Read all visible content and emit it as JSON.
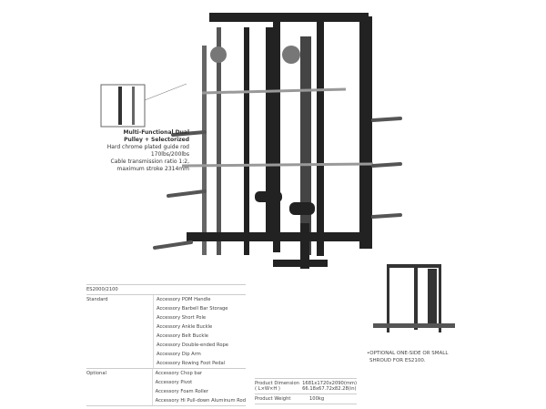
{
  "callout": {
    "title_line1": "Multi-Functional Dual",
    "title_line2": "Pulley + Selectorized",
    "lines": [
      "Hard chrome plated guide rod",
      "170lbs/200lbs",
      "Cable transmission ratio 1:2,",
      "maximum stroke 2314mm"
    ]
  },
  "spec": {
    "model": "ES2000/2100",
    "standard_label": "Standard",
    "standard": [
      "Accessory POM Handle",
      "Accessory Barbell Bar Storage",
      "Accessory Short Pole",
      "Accessory Ankle Buckle",
      "Accessory Belt Buckle",
      "Accessory Double-ended Rope",
      "Accessory Dip Arm",
      "Accessory Rowing Foot Pedal"
    ],
    "optional_label": "Optional",
    "optional": [
      "Accessory Chop bar",
      "Accessory Pivot",
      "Accessory Foam Roller",
      "Accessory Hi Pull-down Aluminum Rod"
    ]
  },
  "dimensions": {
    "dim_label": "Product Dimension",
    "dim_sub": "( L×W×H )",
    "dim_mm": "1681x1720x2090(mm)",
    "dim_in": "66.18x67.72x82.28(in)",
    "weight_label": "Product Weight",
    "weight": "100kg"
  },
  "note": {
    "line1": "•OPTIONAL ONE-SIDE OR SMALL",
    "line2": "SHROUD FOR ES2100."
  }
}
